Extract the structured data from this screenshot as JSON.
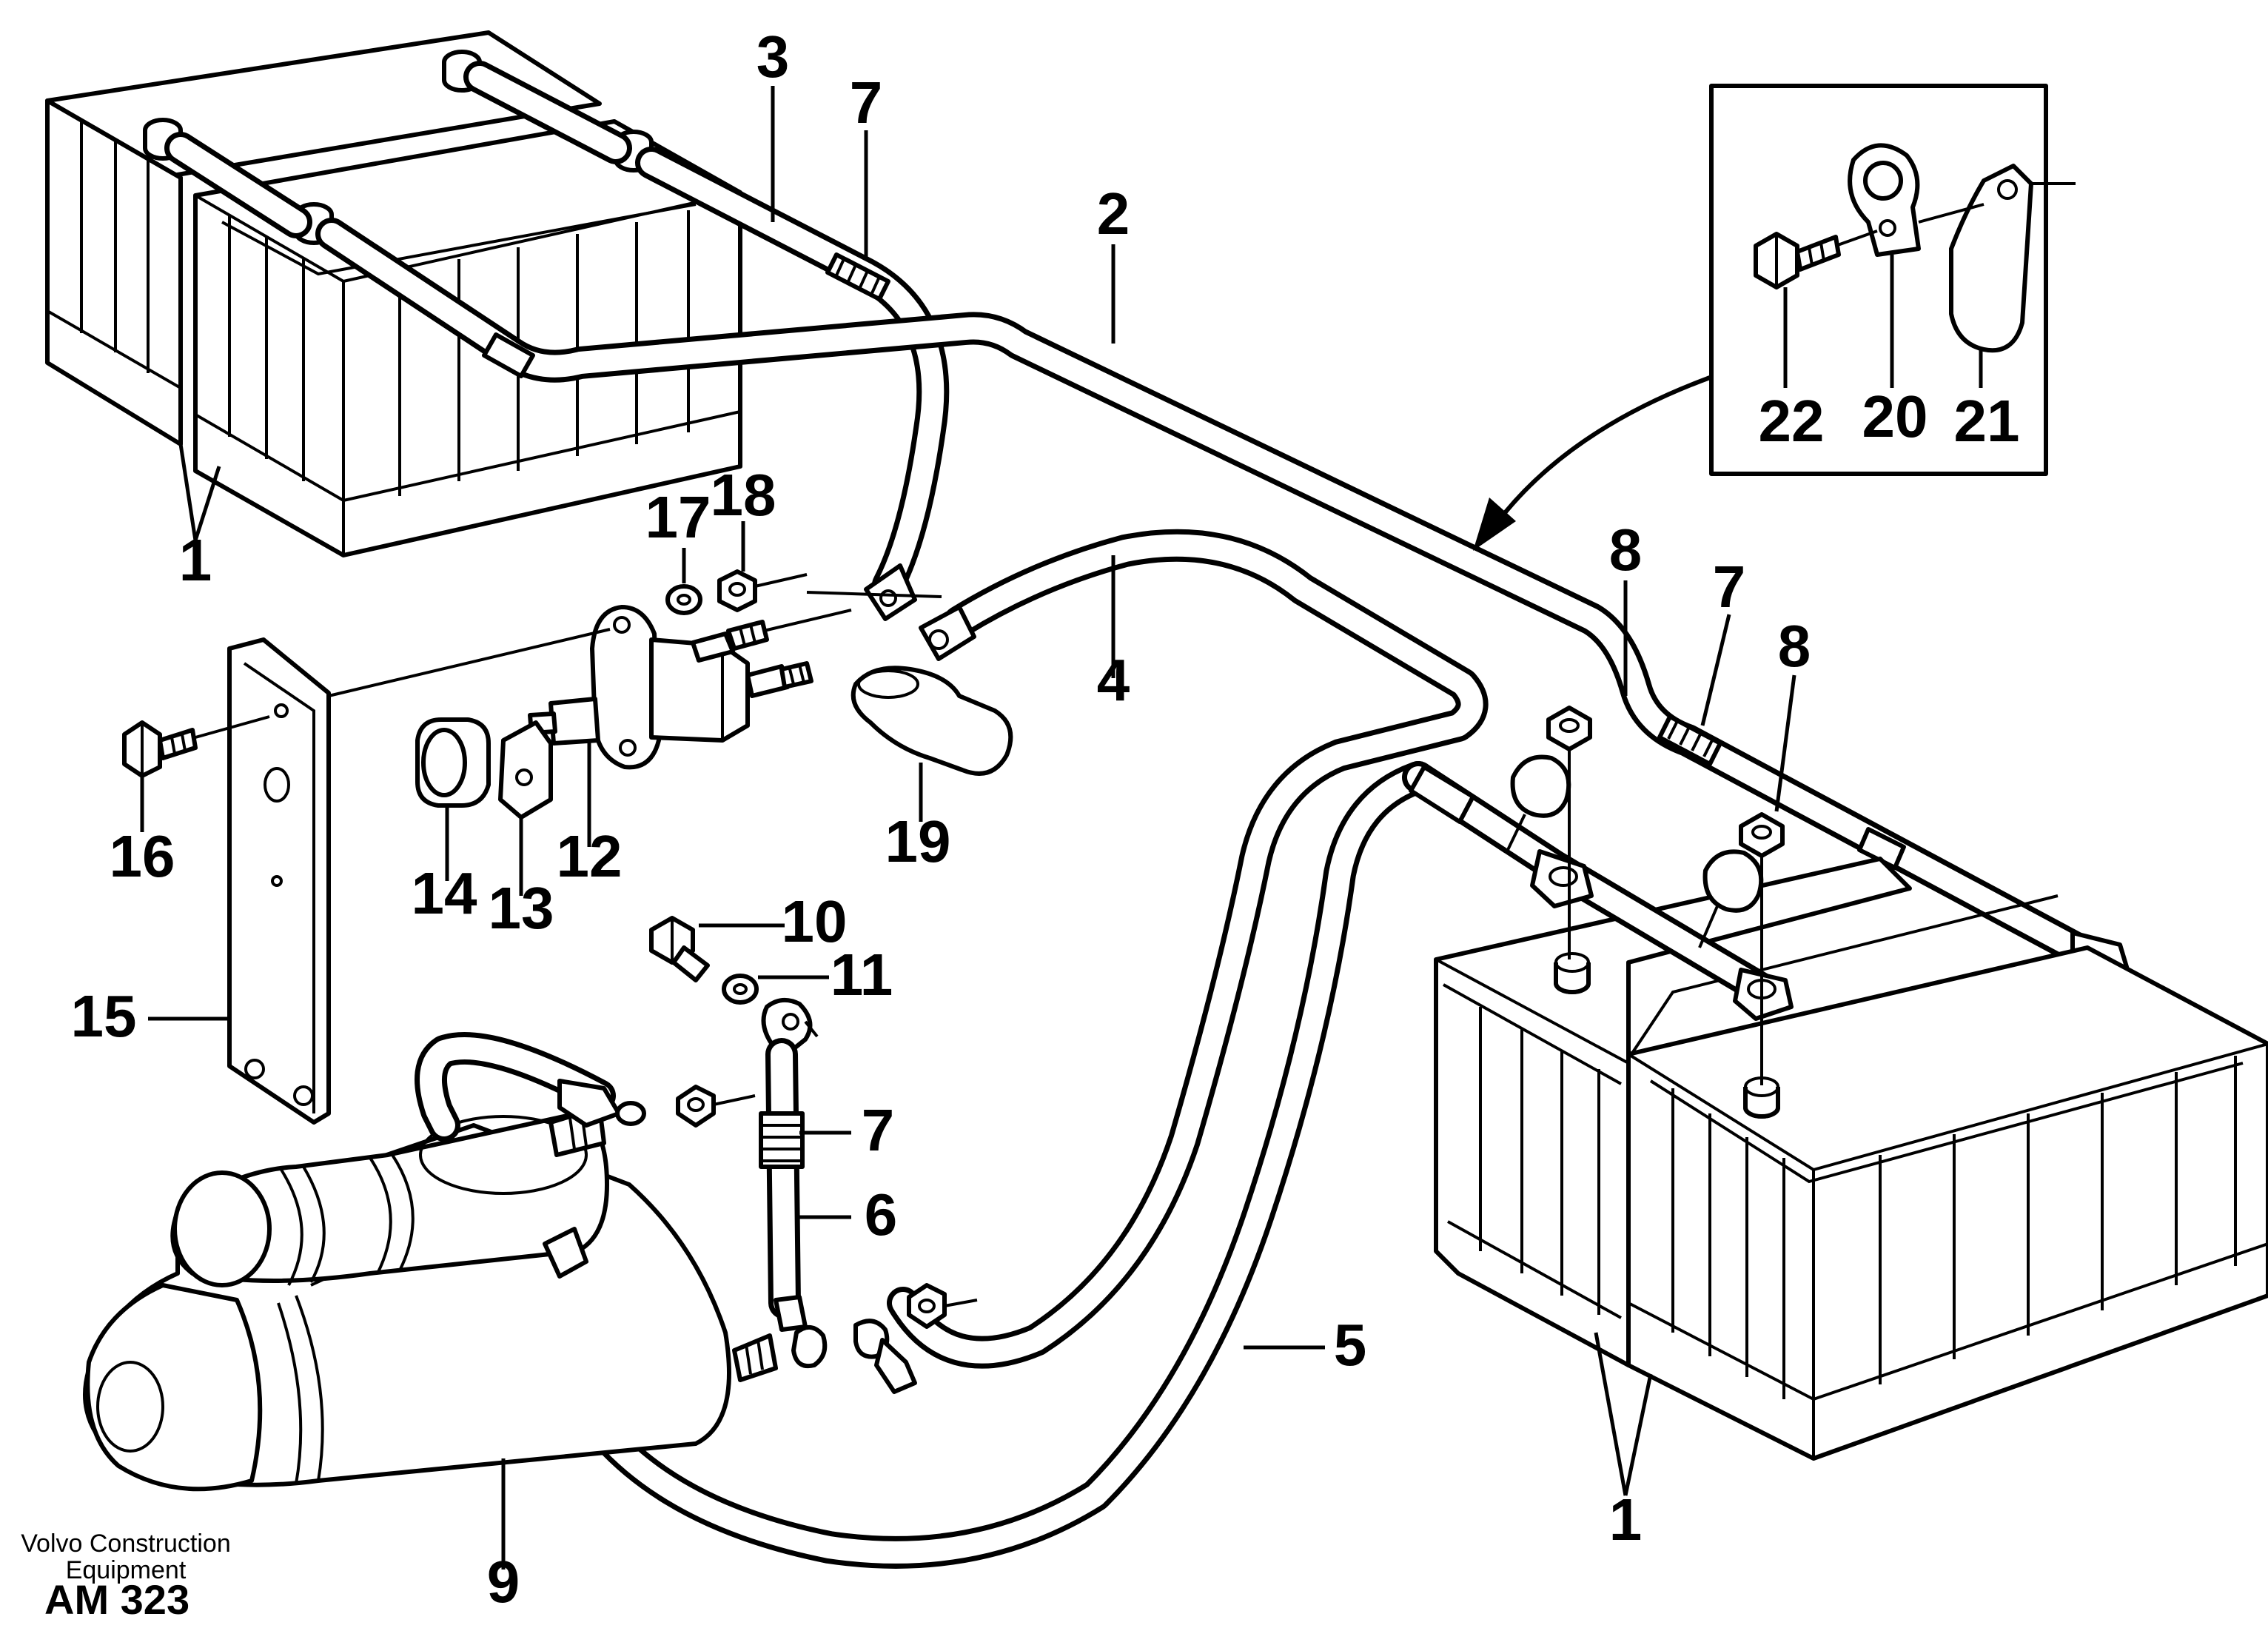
{
  "callouts": [
    {
      "id": "1a",
      "text": "1"
    },
    {
      "id": "1b",
      "text": "1"
    },
    {
      "id": "2",
      "text": "2"
    },
    {
      "id": "3",
      "text": "3"
    },
    {
      "id": "4",
      "text": "4"
    },
    {
      "id": "5",
      "text": "5"
    },
    {
      "id": "6",
      "text": "6"
    },
    {
      "id": "7a",
      "text": "7"
    },
    {
      "id": "7b",
      "text": "7"
    },
    {
      "id": "7c",
      "text": "7"
    },
    {
      "id": "8a",
      "text": "8"
    },
    {
      "id": "8b",
      "text": "8"
    },
    {
      "id": "9",
      "text": "9"
    },
    {
      "id": "10",
      "text": "10"
    },
    {
      "id": "11",
      "text": "11"
    },
    {
      "id": "12",
      "text": "12"
    },
    {
      "id": "13",
      "text": "13"
    },
    {
      "id": "14",
      "text": "14"
    },
    {
      "id": "15",
      "text": "15"
    },
    {
      "id": "16",
      "text": "16"
    },
    {
      "id": "17",
      "text": "17"
    },
    {
      "id": "18",
      "text": "18"
    },
    {
      "id": "19",
      "text": "19"
    },
    {
      "id": "20",
      "text": "20"
    },
    {
      "id": "21",
      "text": "21"
    },
    {
      "id": "22",
      "text": "22"
    }
  ],
  "credit": {
    "line1": "Volvo Construction",
    "line2": "Equipment",
    "code": "AM 323"
  }
}
